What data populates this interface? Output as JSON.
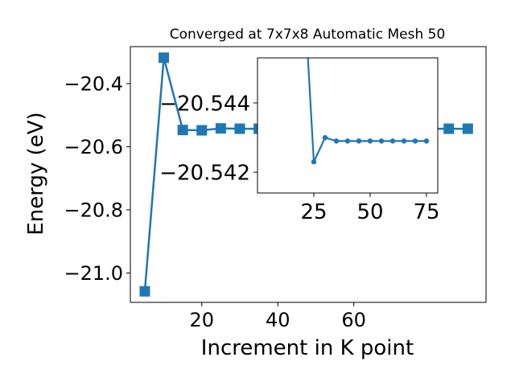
{
  "chart_data": [
    {
      "type": "line",
      "title": "Converged at 7x7x8 Automatic Mesh 50",
      "xlabel": "Increment in K point",
      "ylabel": "Energy (eV)",
      "xlim": [
        1.2,
        94.8
      ],
      "ylim": [
        -21.093,
        -20.283
      ],
      "xticks": [
        20,
        40,
        60
      ],
      "yticks": [
        -21.0,
        -20.8,
        -20.6,
        -20.4
      ],
      "ytick_labels": [
        "−21.0",
        "−20.8",
        "−20.6",
        "−20.4"
      ],
      "xtick_labels": [
        "20",
        "40",
        "60"
      ],
      "grid": false,
      "marker": "square",
      "color": "#1f77b4",
      "series": [
        {
          "x": [
            5,
            10,
            15,
            20,
            25,
            30,
            35,
            40,
            45,
            50,
            55,
            60,
            65,
            70,
            75,
            80,
            85,
            90
          ],
          "values": [
            -21.058,
            -20.318,
            -20.547,
            -20.548,
            -20.542,
            -20.543,
            -20.543,
            -20.543,
            -20.543,
            -20.543,
            -20.543,
            -20.543,
            -20.543,
            -20.543,
            -20.543,
            -20.543,
            -20.543,
            -20.543
          ]
        }
      ]
    },
    {
      "type": "line",
      "title": "",
      "xlabel": "",
      "ylabel": "",
      "xlim": [
        0,
        80
      ],
      "ylim": [
        -20.5414,
        -20.5453
      ],
      "xticks": [
        25,
        50,
        75
      ],
      "yticks": [
        -20.544,
        -20.542
      ],
      "ytick_labels": [
        "−20.544",
        "−20.542"
      ],
      "xtick_labels": [
        "25",
        "50",
        "75"
      ],
      "grid": false,
      "marker": "circle",
      "color": "#1f77b4",
      "series": [
        {
          "x": [
            20,
            25,
            30,
            35,
            40,
            45,
            50,
            55,
            60,
            65,
            70,
            75
          ],
          "values": [
            -20.548,
            -20.5423,
            -20.543,
            -20.5429,
            -20.5429,
            -20.5429,
            -20.5429,
            -20.5429,
            -20.5429,
            -20.5429,
            -20.5429,
            -20.5429
          ]
        }
      ]
    }
  ]
}
